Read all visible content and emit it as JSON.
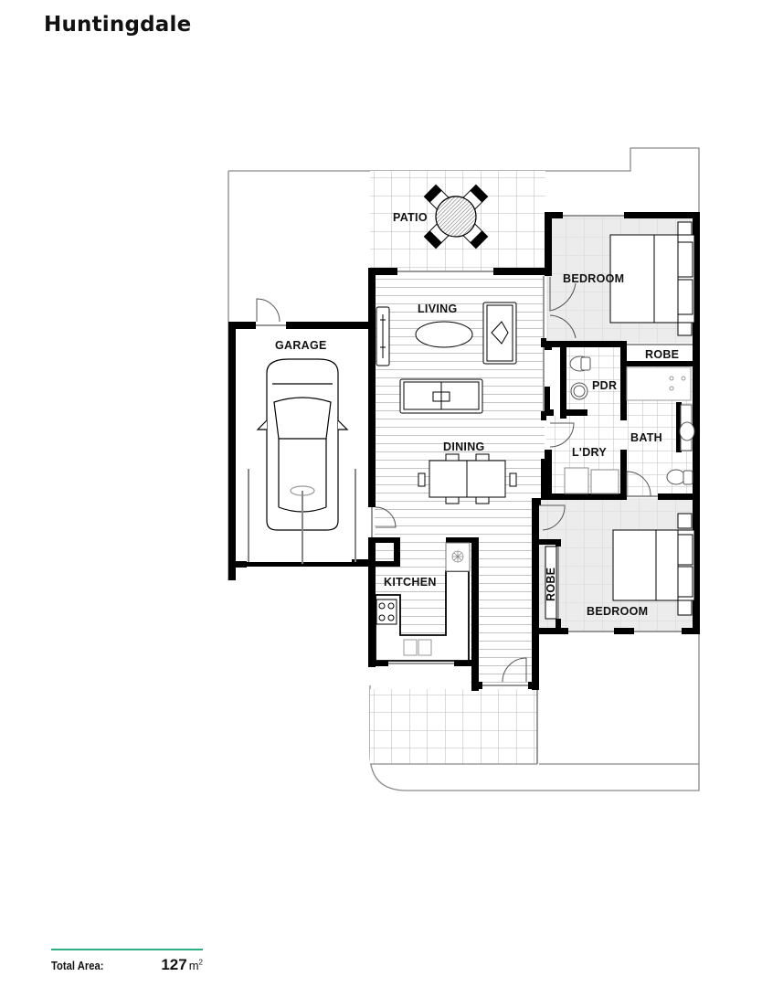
{
  "title": "Huntingdale",
  "colors": {
    "wall": "#000000",
    "outline": "#8a8a8a",
    "tile_line": "#b9b9b9",
    "floorboard_line": "#c4c4c4",
    "bedroom_floor": "#ececec",
    "accent_rule": "#2fae84"
  },
  "rooms": [
    {
      "id": "patio",
      "label": "PATIO"
    },
    {
      "id": "living",
      "label": "LIVING"
    },
    {
      "id": "garage",
      "label": "GARAGE"
    },
    {
      "id": "bedroom1",
      "label": "BEDROOM"
    },
    {
      "id": "robe1",
      "label": "ROBE"
    },
    {
      "id": "pdr",
      "label": "PDR"
    },
    {
      "id": "bath",
      "label": "BATH"
    },
    {
      "id": "laundry",
      "label": "L'DRY"
    },
    {
      "id": "dining",
      "label": "DINING"
    },
    {
      "id": "kitchen",
      "label": "KITCHEN"
    },
    {
      "id": "robe2",
      "label": "ROBE"
    },
    {
      "id": "bedroom2",
      "label": "BEDROOM"
    }
  ],
  "footer": {
    "label": "Total Area:",
    "value": "127",
    "unit": "m",
    "unit_power": "2"
  }
}
